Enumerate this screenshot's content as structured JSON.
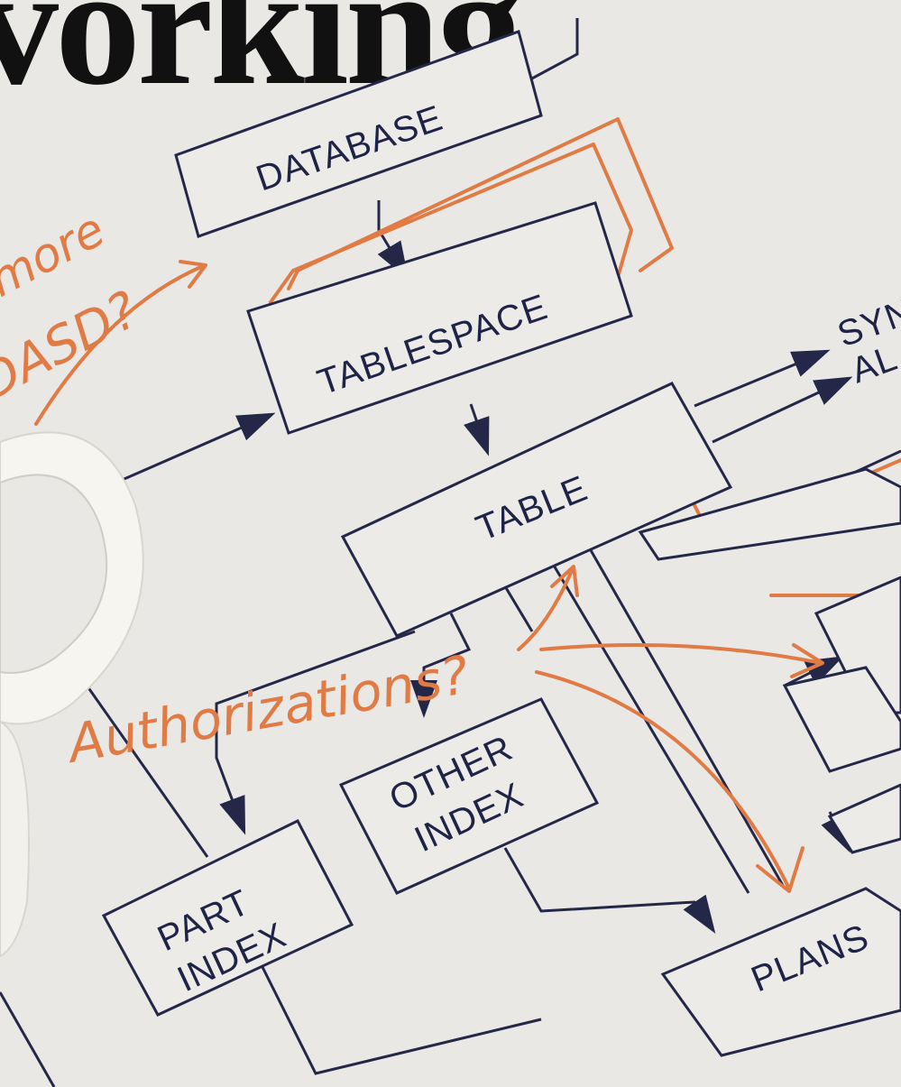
{
  "headline": "vorking",
  "boxes": {
    "database": "DATABASE",
    "tablespace": "TABLESPACE",
    "table": "TABLE",
    "other_index": [
      "OTHER",
      "INDEX"
    ],
    "part_index": [
      "PART",
      "INDEX"
    ],
    "plans": "PLANS",
    "cut_right_1": [
      "SYN",
      "AL"
    ]
  },
  "annotations": {
    "more_dasd": [
      "more",
      "DASD?"
    ],
    "authorizations": "Authorizations?"
  },
  "colors": {
    "ink": "#242748",
    "annotation": "#e07b45",
    "paper": "#ecebe7",
    "headline": "#111111"
  }
}
